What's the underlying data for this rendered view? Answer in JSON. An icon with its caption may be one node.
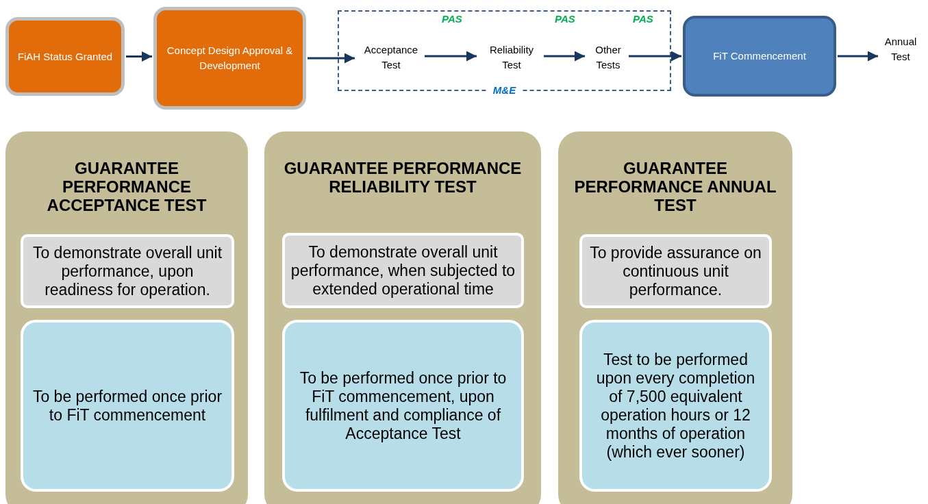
{
  "diagram": {
    "nodes": [
      {
        "text": [
          "FiAH  Status Granted"
        ]
      },
      {
        "text": [
          "Concept  Design Approval & Development"
        ]
      },
      {
        "text": [
          "M&E"
        ]
      },
      {
        "text": [
          "Acceptance Test"
        ],
        "in": 2
      },
      {
        "text": [
          "Reliability Test"
        ],
        "in": 2
      },
      {
        "text": [
          "Other Tests"
        ],
        "in": 2
      },
      {
        "text": [
          "FiT Commencement"
        ]
      },
      {
        "text": [
          "Annual Test"
        ]
      },
      {
        "text": [
          "GUARANTEE PERFORMANCE ACCEPTANCE TEST"
        ]
      },
      {
        "text": [
          "To demonstrate overall unit performance, upon readiness for operation."
        ],
        "in": 8
      },
      {
        "text": [
          "To be performed once prior to FiT commencement"
        ],
        "in": 8
      },
      {
        "text": [
          "GUARANTEE PERFORMANCE RELIABILITY TEST"
        ]
      },
      {
        "text": [
          "To demonstrate overall unit performance, when subjected to extended operational time"
        ],
        "in": 11
      },
      {
        "text": [
          "To be performed once prior to FiT commencement,  upon fulfilment and compliance of Acceptance Test"
        ],
        "in": 11
      },
      {
        "text": [
          "GUARANTEE PERFORMANCE ANNUAL TEST"
        ]
      },
      {
        "text": [
          "To provide assurance on continuous unit performance."
        ],
        "in": 14
      },
      {
        "text": [
          "Test to be performed upon  every completion of 7,500 equivalent operation hours or 12 months of operation (which ever sooner)"
        ],
        "in": 14
      }
    ],
    "edges": [
      {
        "from": 0,
        "to": 1,
        "arrow": "to"
      },
      {
        "from": 1,
        "to": 3,
        "arrow": "to"
      },
      {
        "from": 3,
        "to": 4,
        "arrow": "to"
      },
      {
        "from": 4,
        "to": 5,
        "arrow": "to"
      },
      {
        "from": 5,
        "to": 6,
        "arrow": "to"
      },
      {
        "from": 6,
        "to": 7,
        "arrow": "to"
      }
    ],
    "labels": [
      "PAS",
      "PAS",
      "PAS"
    ]
  }
}
